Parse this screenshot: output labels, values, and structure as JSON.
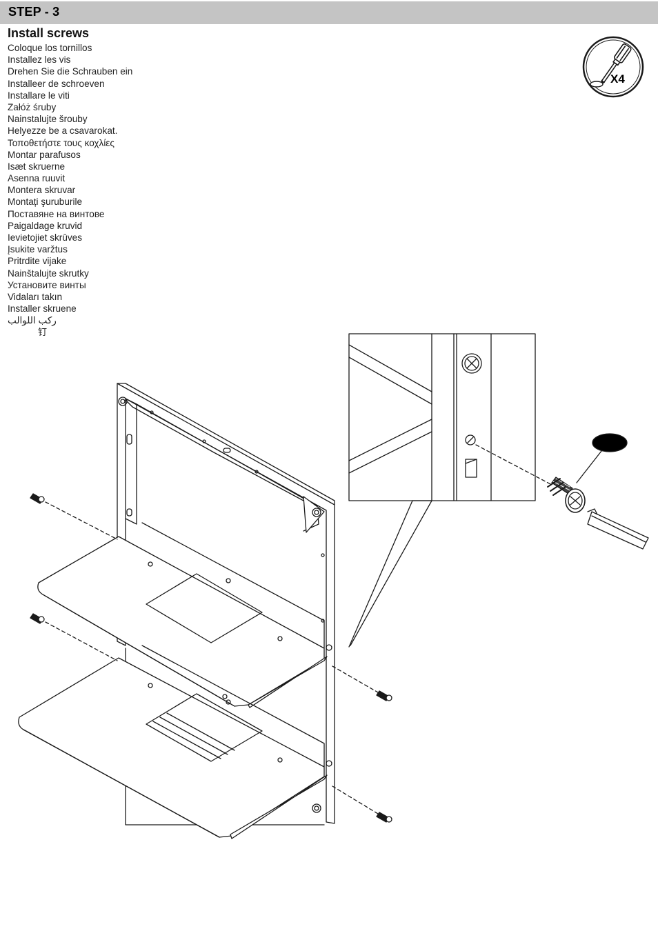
{
  "step": {
    "label": "STEP - 3"
  },
  "heading": "Install screws",
  "translations": [
    "Coloque los tornillos",
    "Installez les vis",
    "Drehen Sie die Schrauben ein",
    "Installeer de schroeven",
    "Installare le viti",
    "Załóż śruby",
    "Nainstalujte šrouby",
    "Helyezze be a csavarokat.",
    "Τοποθετήστε τους κοχλίες",
    "Montar parafusos",
    "Isæt skruerne",
    "Asenna ruuvit",
    "Montera skruvar",
    "Montați şuruburile",
    "Поставяне на винтове",
    "Paigaldage kruvid",
    "Ievietojiet skrūves",
    "Įsukite varžtus",
    "Pritrdite vijake",
    "Nainštalujte skrutky",
    "Установите винты",
    "Vidaları takın",
    "Installer skruene"
  ],
  "translation_arabic": "ركب اللوالب",
  "translation_chinese": "钉",
  "tool": {
    "icon": "screwdriver-icon",
    "quantity": "X4"
  },
  "colors": {
    "header_bar": "#c4c4c4",
    "line": "#1a1a1a"
  }
}
